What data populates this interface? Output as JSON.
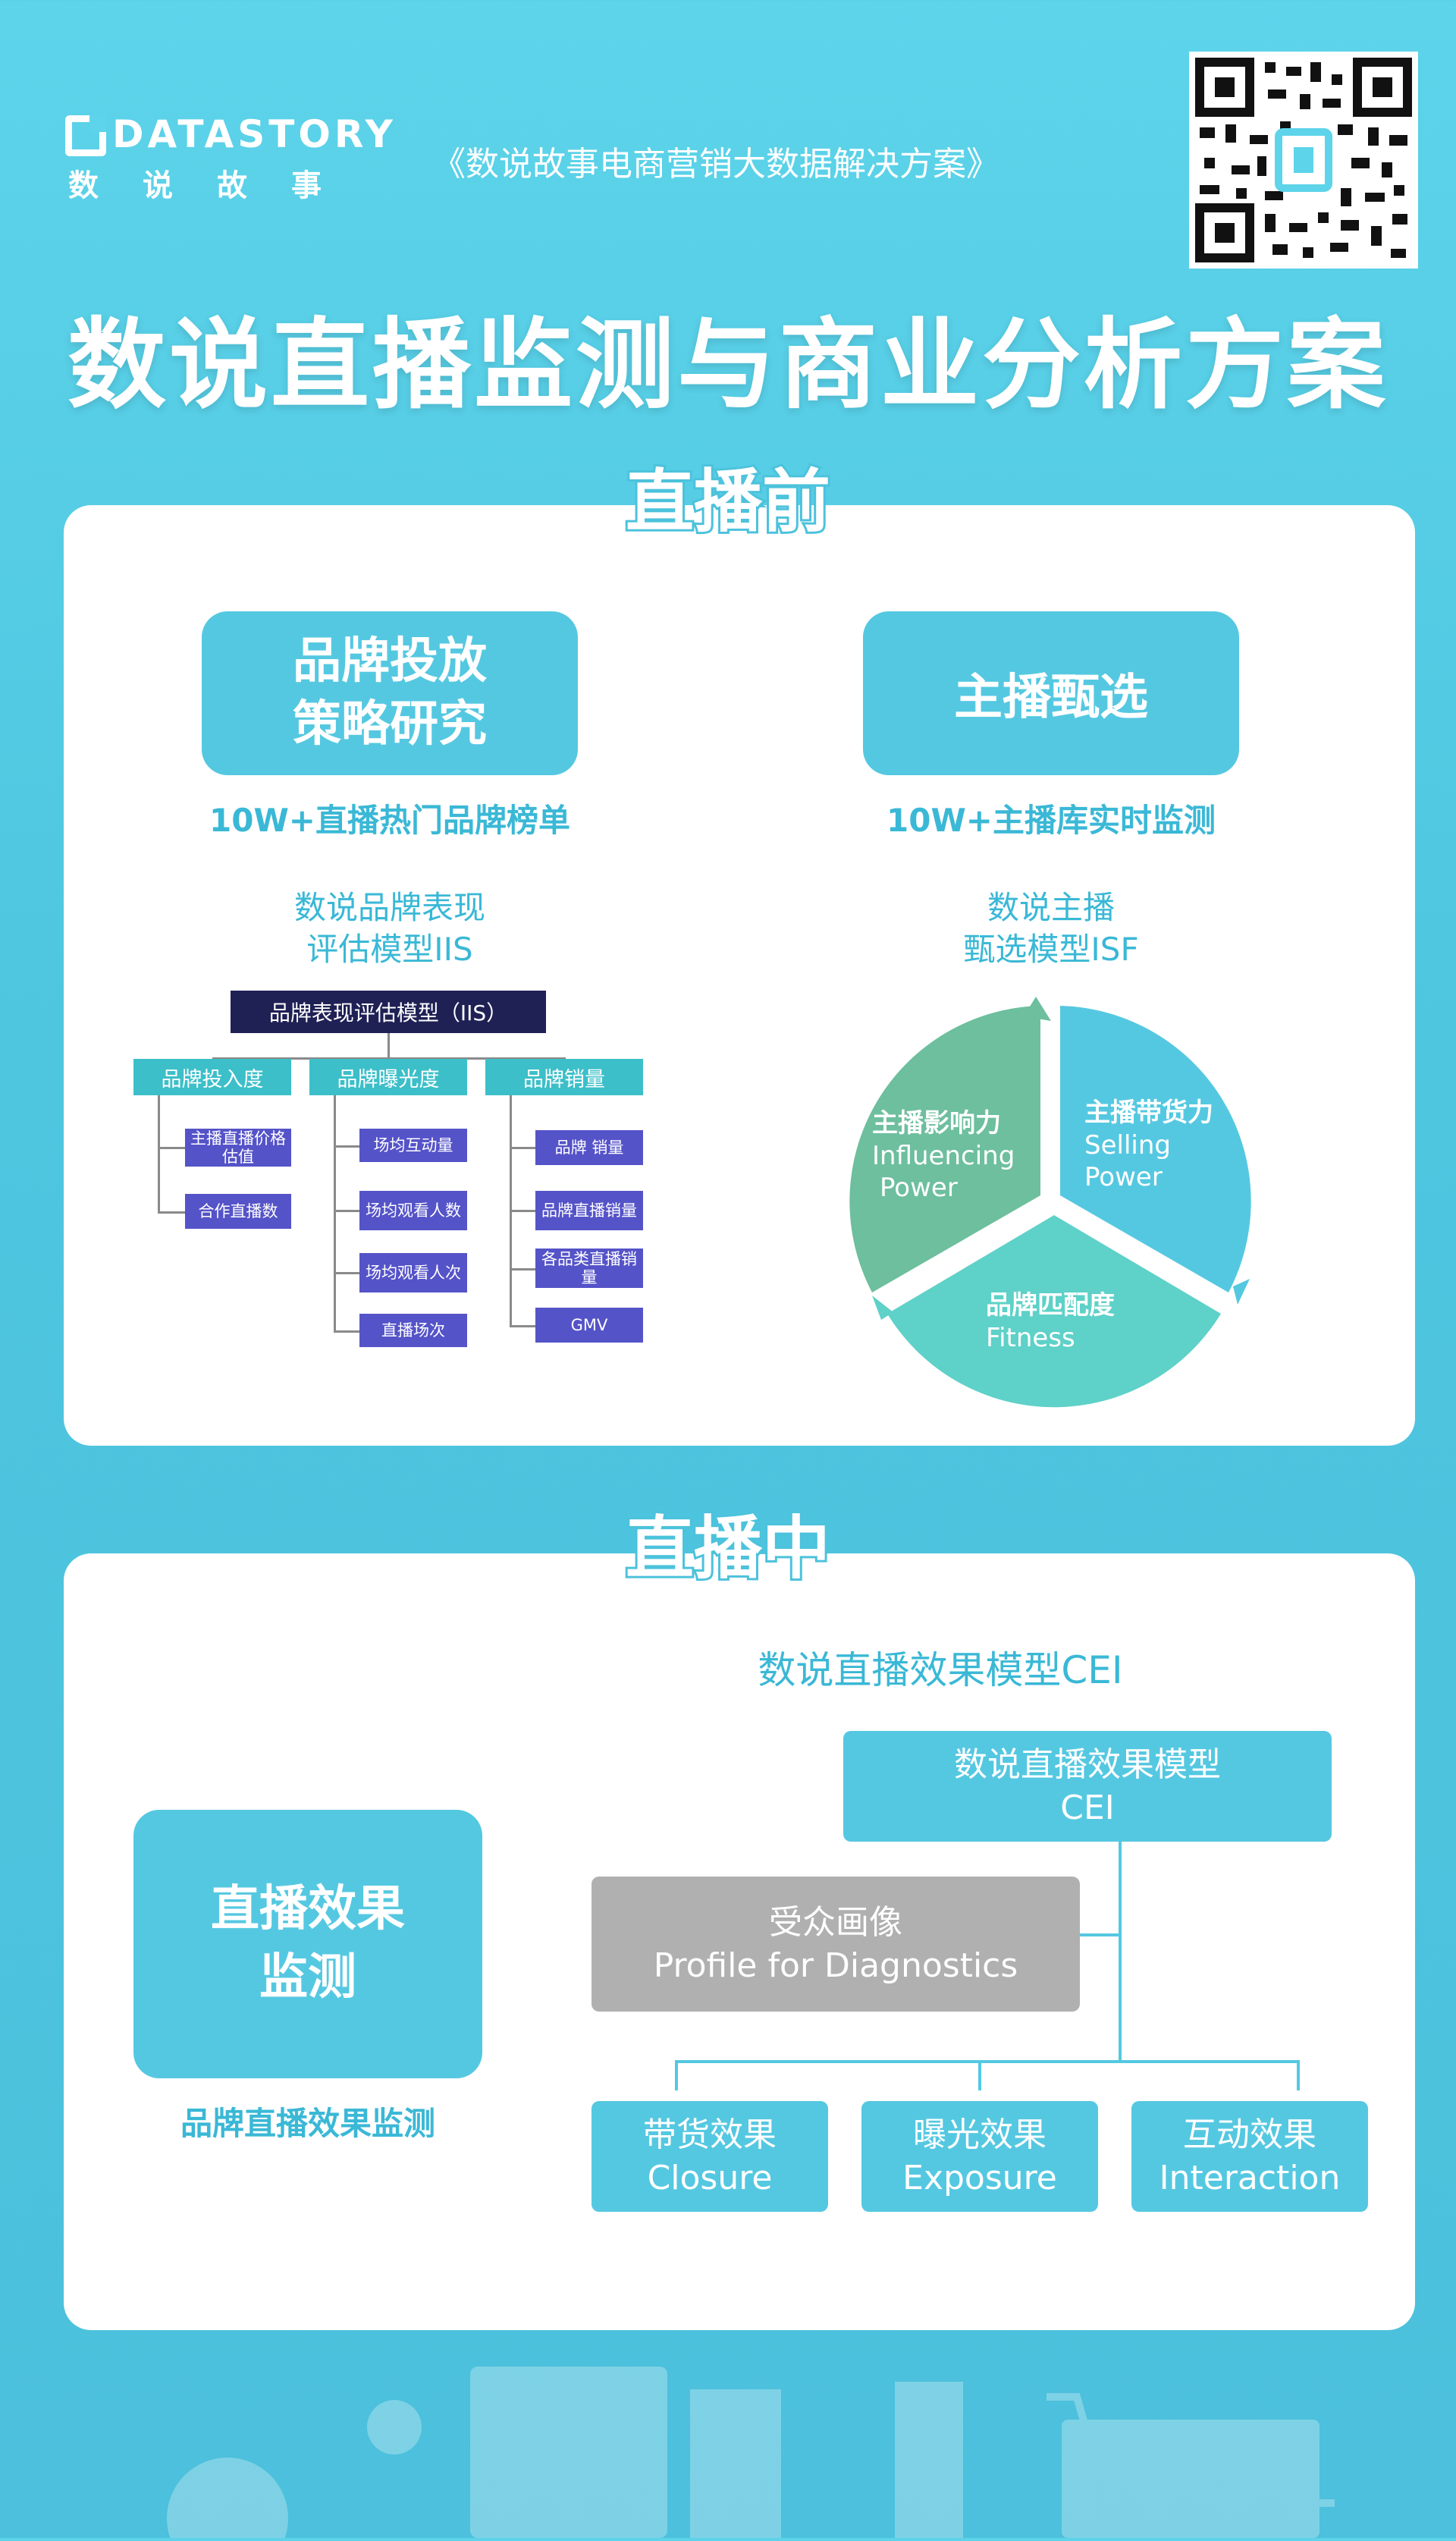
{
  "brand": {
    "logo_en": "DATASTORY",
    "logo_cn": "数说故事",
    "subtitle": "《数说故事电商营销大数据解决方案》"
  },
  "title": "数说直播监测与商业分析方案",
  "before": {
    "title": "直播前",
    "card1": {
      "line1": "品牌投放",
      "line2": "策略研究"
    },
    "card1_caption": "10W+直播热门品牌榜单",
    "card2": {
      "line1": "主播甄选"
    },
    "card2_caption": "10W+主播库实时监测",
    "iis_label": {
      "line1": "数说品牌表现",
      "line2": "评估模型IIS"
    },
    "isf_label": {
      "line1": "数说主播",
      "line2": "甄选模型ISF"
    },
    "iis_tree": {
      "root": "品牌表现评估模型（IIS）",
      "groups": [
        {
          "label": "品牌投入度",
          "items": [
            "主播直播价格估值",
            "合作直播数"
          ]
        },
        {
          "label": "品牌曝光度",
          "items": [
            "场均互动量",
            "场均观看人数",
            "场均观看人次",
            "直播场次"
          ]
        },
        {
          "label": "品牌销量",
          "items": [
            "品牌 销量",
            "品牌直播销量",
            "各品类直播销量",
            "GMV"
          ]
        }
      ]
    },
    "isf_pie": [
      {
        "cn": "主播影响力",
        "en1": "Influencing",
        "en2": "Power",
        "color": "#6dbf9e"
      },
      {
        "cn": "主播带货力",
        "en1": "Selling",
        "en2": "Power",
        "color": "#55c8e1"
      },
      {
        "cn": "品牌匹配度",
        "en1": "Fitness",
        "en2": "",
        "color": "#5ed1c8"
      }
    ]
  },
  "during": {
    "title": "直播中",
    "card": {
      "line1": "直播效果",
      "line2": "监测"
    },
    "card_caption": "品牌直播效果监测",
    "cei_label": "数说直播效果模型CEI",
    "cei_root": {
      "line1": "数说直播效果模型",
      "line2": "CEI"
    },
    "profile": {
      "line1": "受众画像",
      "line2": "Profile for Diagnostics"
    },
    "leaves": [
      {
        "cn": "带货效果",
        "en": "Closure"
      },
      {
        "cn": "曝光效果",
        "en": "Exposure"
      },
      {
        "cn": "互动效果",
        "en": "Interaction"
      }
    ]
  }
}
